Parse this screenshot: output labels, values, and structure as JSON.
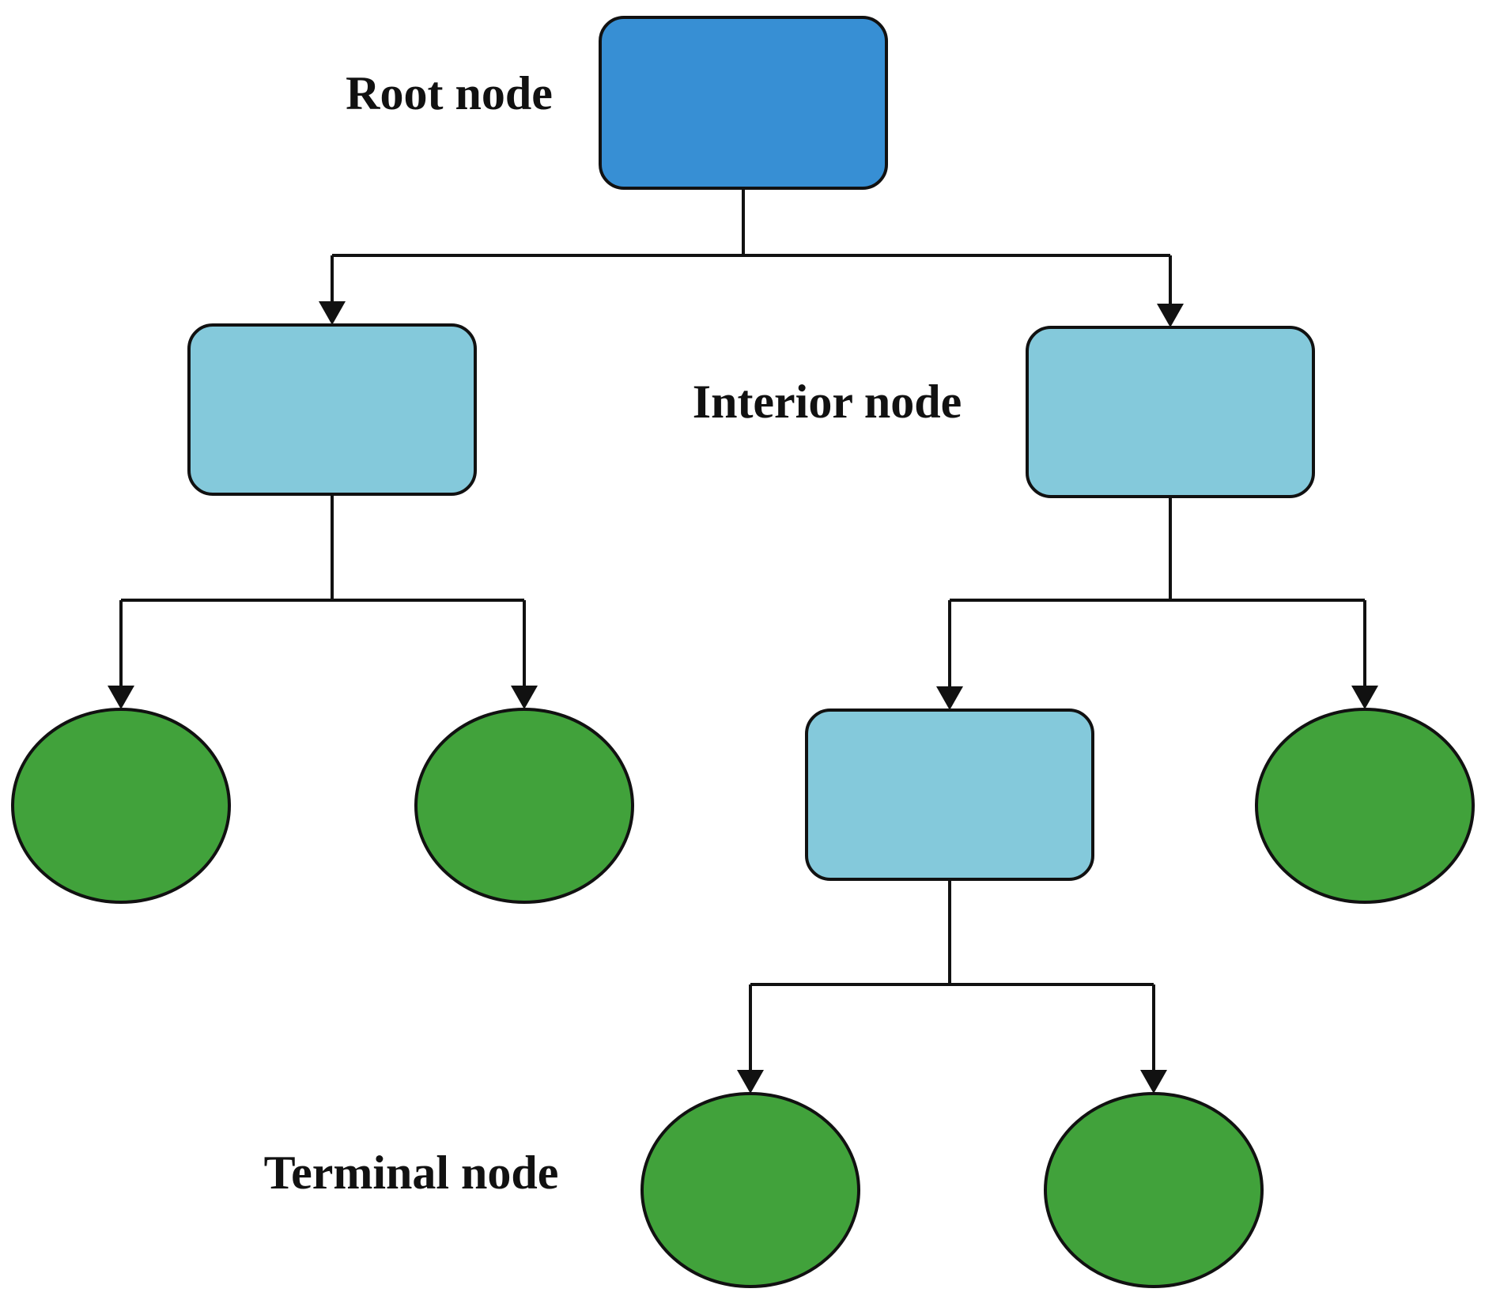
{
  "labels": {
    "root": "Root node",
    "interior": "Interior node",
    "terminal": "Terminal node"
  },
  "colors": {
    "root_fill": "#378FD4",
    "interior_fill": "#84C9DB",
    "terminal_fill": "#41A23B",
    "stroke": "#111111"
  },
  "tree": {
    "type": "root",
    "children": [
      {
        "type": "interior",
        "children": [
          {
            "type": "terminal"
          },
          {
            "type": "terminal"
          }
        ]
      },
      {
        "type": "interior",
        "children": [
          {
            "type": "interior",
            "children": [
              {
                "type": "terminal"
              },
              {
                "type": "terminal"
              }
            ]
          },
          {
            "type": "terminal"
          }
        ]
      }
    ]
  }
}
